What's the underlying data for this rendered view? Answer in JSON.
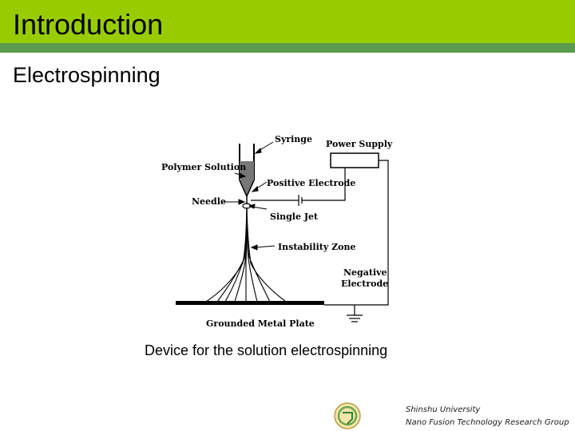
{
  "header": {
    "title": "Introduction"
  },
  "section": {
    "title": "Electrospinning"
  },
  "diagram": {
    "labels": {
      "syringe": "Syringe",
      "power_supply": "Power Supply",
      "polymer_solution": "Polymer Solution",
      "positive_electrode": "Positive Electrode",
      "needle": "Needle",
      "single_jet": "Single Jet",
      "instability_zone": "Instability Zone",
      "negative": "Negative",
      "electrode": "Electrode",
      "grounded_metal_plate": "Grounded Metal Plate"
    }
  },
  "caption": "Device for the solution electrospinning",
  "footer": {
    "line1": "Shinshu University",
    "line2": "Nano Fusion Technology Research Group"
  },
  "colors": {
    "title_bar": "#99cc00",
    "strip": "#5a9b4e"
  }
}
